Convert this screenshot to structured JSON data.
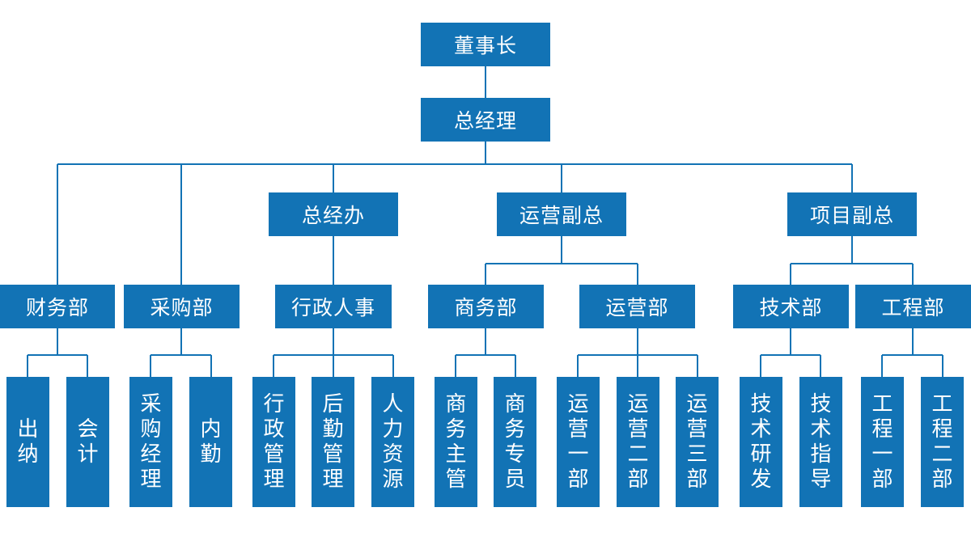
{
  "org": {
    "chairman": "董事长",
    "gm": "总经理",
    "gm_office": "总经办",
    "ops_vp": "运营副总",
    "proj_vp": "项目副总",
    "finance": "财务部",
    "purchasing": "采购部",
    "admin_hr": "行政人事",
    "business": "商务部",
    "operations": "运营部",
    "tech": "技术部",
    "engineering": "工程部",
    "cashier": "出纳",
    "accountant": "会计",
    "purchasing_manager": "采购经理",
    "internal_affairs": "内勤",
    "admin_management": "行政管理",
    "logistics_management": "后勤管理",
    "human_resources": "人力资源",
    "business_manager": "商务主管",
    "business_specialist": "商务专员",
    "ops_dept_1": "运营一部",
    "ops_dept_2": "运营二部",
    "ops_dept_3": "运营三部",
    "tech_rd": "技术研发",
    "tech_guidance": "技术指导",
    "eng_dept_1": "工程一部",
    "eng_dept_2": "工程二部"
  },
  "colors": {
    "box": "#1273b5",
    "line": "#1273b5",
    "text": "#ffffff"
  }
}
